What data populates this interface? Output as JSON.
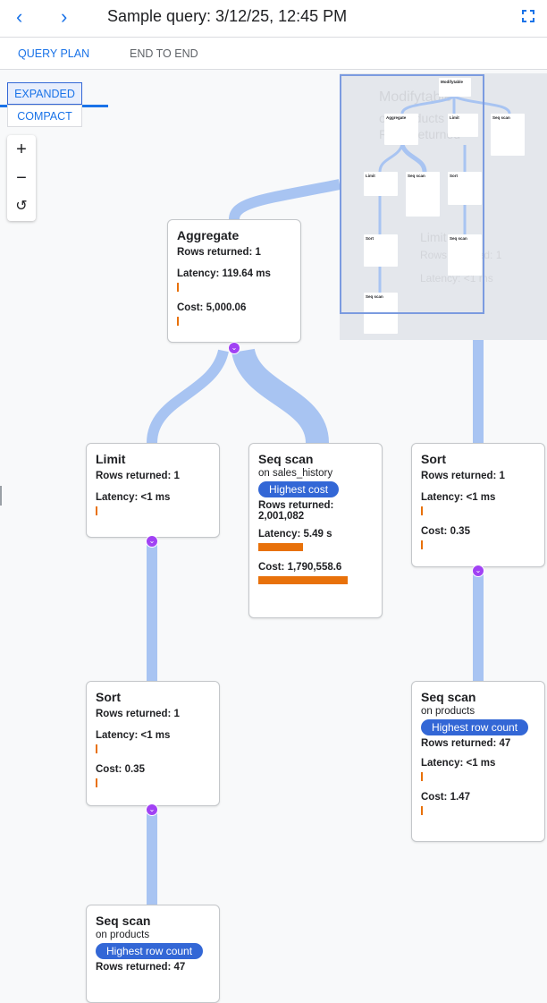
{
  "header": {
    "title": "Sample query: 3/12/25, 12:45 PM",
    "back_icon": "chevron-left-icon",
    "forward_icon": "chevron-right-icon",
    "fullscreen_icon": "fullscreen-icon"
  },
  "tabs": [
    {
      "label": "QUERY PLAN",
      "active": true
    },
    {
      "label": "END TO END",
      "active": false
    }
  ],
  "view_modes": [
    {
      "label": "EXPANDED",
      "selected": true
    },
    {
      "label": "COMPACT",
      "selected": false
    }
  ],
  "zoom_controls": {
    "zoom_in": "+",
    "zoom_out": "−",
    "reset": "↺"
  },
  "colors": {
    "accent": "#1a73e8",
    "edge": "#a8c4f2",
    "bar": "#e8710a",
    "badge": "#3367d6",
    "chevron": "#a142f4"
  },
  "nodes": {
    "aggregate": {
      "title": "Aggregate",
      "rows": "Rows returned: 1",
      "latency": "Latency: 119.64 ms",
      "cost": "Cost: 5,000.06"
    },
    "limit": {
      "title": "Limit",
      "rows": "Rows returned: 1",
      "latency": "Latency: <1 ms"
    },
    "seq_sales": {
      "title": "Seq scan",
      "on": "on sales_history",
      "badge": "Highest cost",
      "rows_label": "Rows returned:",
      "rows_value": "2,001,082",
      "latency": "Latency: 5.49 s",
      "cost": "Cost: 1,790,558.6"
    },
    "sort_right": {
      "title": "Sort",
      "rows": "Rows returned: 1",
      "latency": "Latency: <1 ms",
      "cost": "Cost: 0.35"
    },
    "sort_left": {
      "title": "Sort",
      "rows": "Rows returned: 1",
      "latency": "Latency: <1 ms",
      "cost": "Cost: 0.35"
    },
    "seq_products_right": {
      "title": "Seq scan",
      "on": "on products",
      "badge": "Highest row count",
      "rows": "Rows returned: 47",
      "latency": "Latency: <1 ms",
      "cost": "Cost: 1.47"
    },
    "seq_products_bottom": {
      "title": "Seq scan",
      "on": "on products",
      "badge": "Highest row count",
      "rows": "Rows returned: 47"
    }
  },
  "ghost": {
    "modify": "Modifytable",
    "on": "on products",
    "rows": "Rows returned",
    "limit": "Limit",
    "limit_rows": "Rows returned: 1",
    "limit_latency": "Latency: <1 ms"
  },
  "minimap": {
    "nodes": [
      "Modifytable",
      "Aggregate",
      "Limit",
      "Seq scan",
      "Limit",
      "Seq scan",
      "Sort",
      "Sort",
      "Seq scan",
      "Seq scan"
    ]
  }
}
